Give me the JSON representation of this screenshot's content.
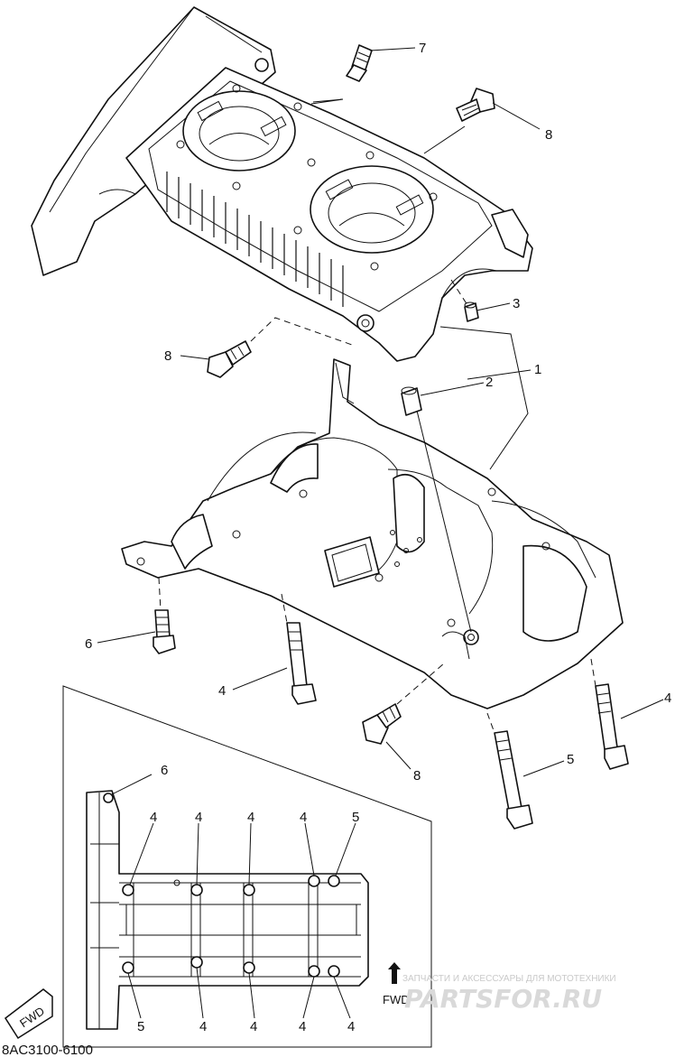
{
  "diagram": {
    "callouts": [
      {
        "id": "c7",
        "text": "7"
      },
      {
        "id": "c8a",
        "text": "8"
      },
      {
        "id": "c3",
        "text": "3"
      },
      {
        "id": "c1",
        "text": "1"
      },
      {
        "id": "c2",
        "text": "2"
      },
      {
        "id": "c8b",
        "text": "8"
      },
      {
        "id": "c6a",
        "text": "6"
      },
      {
        "id": "c4a",
        "text": "4"
      },
      {
        "id": "c4b",
        "text": "4"
      },
      {
        "id": "c5a",
        "text": "5"
      },
      {
        "id": "c8c",
        "text": "8"
      },
      {
        "id": "c6b",
        "text": "6"
      },
      {
        "id": "c4c",
        "text": "4"
      },
      {
        "id": "c4d",
        "text": "4"
      },
      {
        "id": "c4e",
        "text": "4"
      },
      {
        "id": "c4f",
        "text": "4"
      },
      {
        "id": "c5b",
        "text": "5"
      },
      {
        "id": "c5c",
        "text": "5"
      },
      {
        "id": "c4g",
        "text": "4"
      },
      {
        "id": "c4h",
        "text": "4"
      },
      {
        "id": "c4i",
        "text": "4"
      },
      {
        "id": "c4j",
        "text": "4"
      }
    ],
    "fwd_arrow_label": "FWD",
    "fwd_badge_label": "FWD",
    "diagram_code": "8AC3100-6100"
  },
  "watermark": {
    "tagline": "ЗАПЧАСТИ И АКСЕССУАРЫ ДЛЯ МОТОТЕХНИКИ",
    "site": "PARTSFOR.RU",
    "color": "#d0d0d0"
  }
}
